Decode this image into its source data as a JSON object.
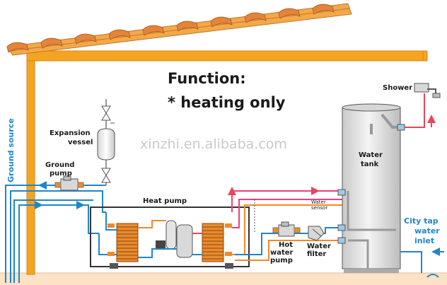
{
  "heading": {
    "line1": "Function:",
    "line2": "* heating only"
  },
  "watermark": "xinzhi.en.alibaba.com",
  "labels": {
    "expansion_vessel_1": "Expansion",
    "expansion_vessel_2": "vessel",
    "ground_pump_1": "Ground",
    "ground_pump_2": "pump",
    "ground_source": "Ground source",
    "heat_pump": "Heat pump",
    "hot_water_pump_1": "Hot",
    "hot_water_pump_2": "water",
    "hot_water_pump_3": "pump",
    "water_filter_1": "Water",
    "water_filter_2": "filter",
    "water_sensor_1": "Water",
    "water_sensor_2": "sensor",
    "water_tank_1": "Water",
    "water_tank_2": "tank",
    "shower": "Shower",
    "city_tap_1": "City tap",
    "city_tap_2": "water",
    "city_tap_3": "inlet"
  },
  "colors": {
    "house": "#f4a421",
    "house_outline": "#d9861a",
    "ground": "#fce3c8",
    "pipe_cold": "#1f86c8",
    "pipe_hot": "#e8455a",
    "pipe_warm": "#f08a2a",
    "pipe_pink": "#ec3f7d",
    "tank": "#e2e2e2",
    "coil": "#e98a2c"
  }
}
